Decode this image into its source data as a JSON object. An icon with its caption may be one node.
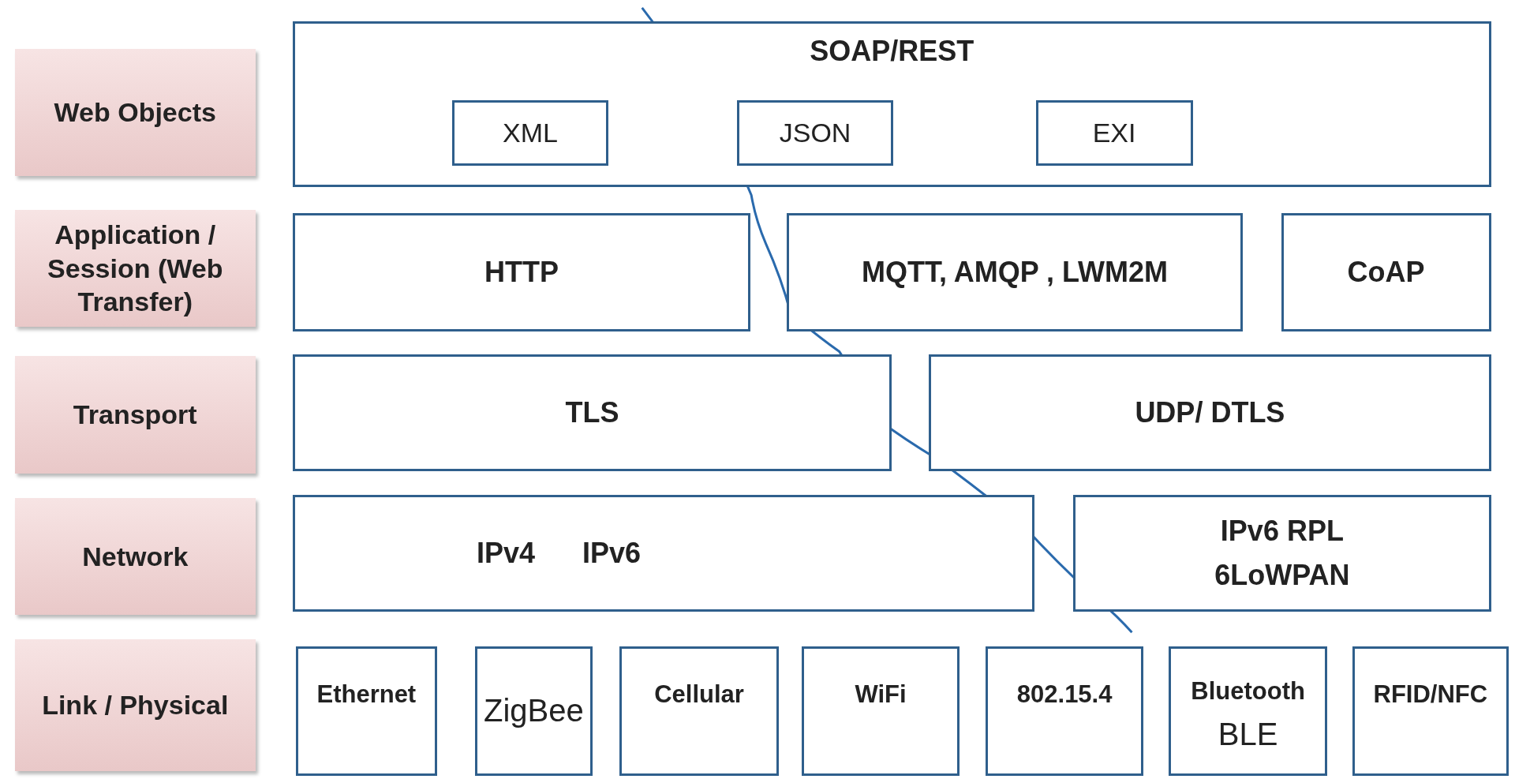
{
  "diagram": {
    "nodes": [
      {
        "text": [
          "Web Objects"
        ]
      },
      {
        "text": [
          "SOAP/REST"
        ]
      },
      {
        "text": [
          "XML"
        ],
        "in": 1
      },
      {
        "text": [
          "JSON"
        ],
        "in": 1
      },
      {
        "text": [
          "EXI"
        ],
        "in": 1
      },
      {
        "text": [
          "Application / Session (Web Transfer)"
        ]
      },
      {
        "text": [
          "HTTP"
        ]
      },
      {
        "text": [
          "MQTT, AMQP , LWM2M"
        ]
      },
      {
        "text": [
          "CoAP"
        ]
      },
      {
        "text": [
          "Transport"
        ]
      },
      {
        "text": [
          "TLS"
        ]
      },
      {
        "text": [
          "UDP/ DTLS"
        ]
      },
      {
        "text": [
          "Network"
        ]
      },
      {
        "text": [
          "IPv4",
          "IPv6"
        ]
      },
      {
        "text": [
          "IPv6 RPL",
          "6LoWPAN"
        ]
      },
      {
        "text": [
          "Link / Physical"
        ]
      },
      {
        "text": [
          "Ethernet"
        ]
      },
      {
        "text": [
          "ZigBee"
        ]
      },
      {
        "text": [
          "Cellular"
        ]
      },
      {
        "text": [
          "WiFi"
        ]
      },
      {
        "text": [
          "802.15.4"
        ]
      },
      {
        "text": [
          "Bluetooth",
          "BLE"
        ]
      },
      {
        "text": [
          "RFID/NFC"
        ]
      }
    ]
  }
}
